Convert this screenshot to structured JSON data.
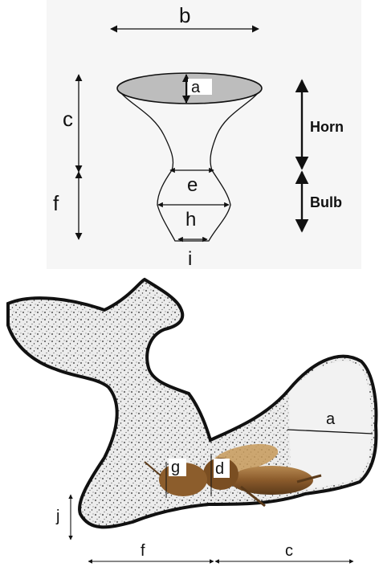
{
  "top_diagram": {
    "labels": {
      "a": "a",
      "b": "b",
      "c": "c",
      "e": "e",
      "f": "f",
      "h": "h",
      "i": "i",
      "horn": "Horn",
      "bulb": "Bulb"
    },
    "colors": {
      "rim": "#bdbdbd",
      "stroke": "#111111",
      "panel": "#f6f6f6"
    }
  },
  "bottom_diagram": {
    "labels": {
      "a": "a",
      "c": "c",
      "d": "d",
      "f": "f",
      "g": "g",
      "j": "j"
    },
    "colors": {
      "burrow_fill": "#e9e9e9",
      "burrow_edge": "#111111",
      "insect": "#8a5a2b"
    }
  }
}
